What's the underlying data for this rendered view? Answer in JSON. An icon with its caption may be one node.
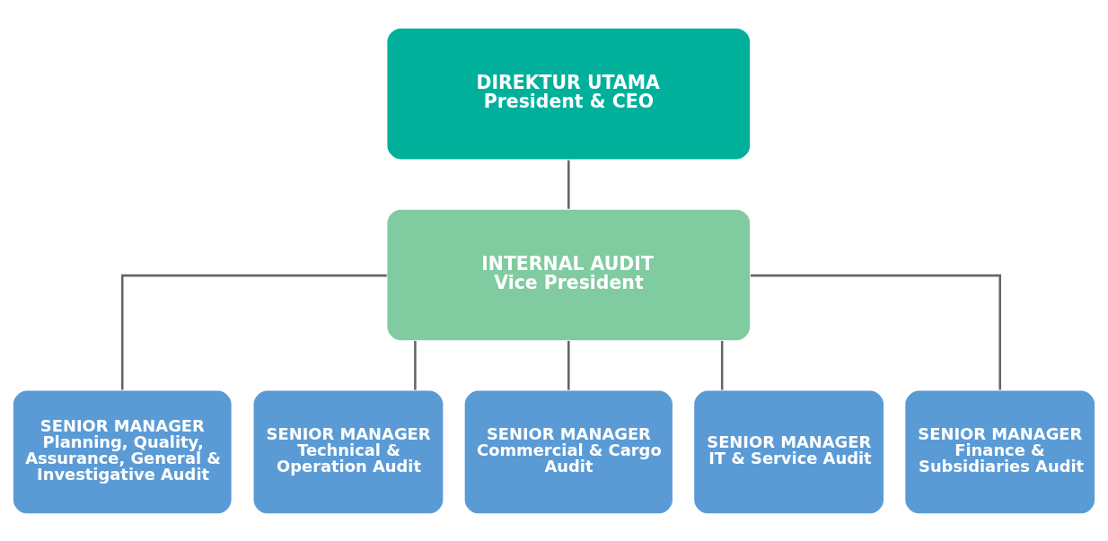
{
  "diagram": {
    "nodes": [
      {
        "text": [
          "DIREKTUR UTAMA",
          "President & CEO"
        ]
      },
      {
        "text": [
          "INTERNAL AUDIT",
          "Vice President"
        ]
      },
      {
        "text": [
          "SENIOR MANAGER",
          "Planning, Quality, Assurance, General & Investigative Audit"
        ]
      },
      {
        "text": [
          "SENIOR MANAGER",
          "Technical & Operation Audit"
        ]
      },
      {
        "text": [
          "SENIOR MANAGER",
          "Commercial & Cargo Audit"
        ]
      },
      {
        "text": [
          "SENIOR MANAGER",
          "IT & Service Audit"
        ]
      },
      {
        "text": [
          "SENIOR MANAGER",
          "Finance & Subsidiaries Audit"
        ]
      }
    ],
    "edges": [
      {
        "from": 0,
        "to": 1,
        "arrow": "none"
      },
      {
        "from": 1,
        "to": 2,
        "arrow": "none"
      },
      {
        "from": 1,
        "to": 3,
        "arrow": "none"
      },
      {
        "from": 1,
        "to": 4,
        "arrow": "none"
      },
      {
        "from": 1,
        "to": 5,
        "arrow": "none"
      },
      {
        "from": 1,
        "to": 6,
        "arrow": "none"
      }
    ]
  }
}
